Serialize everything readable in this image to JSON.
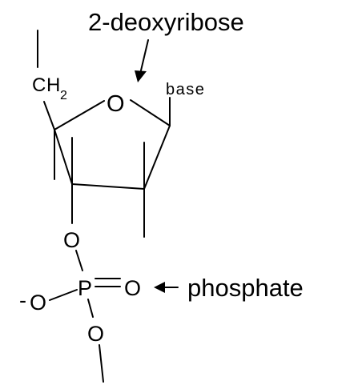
{
  "labels": {
    "sugar_name": "2-deoxyribose",
    "phosphate_name": "phosphate",
    "ch2_c": "C",
    "ch2_h": "H",
    "ch2_sub": "2",
    "ring_oxygen": "O",
    "base": "base",
    "ester_oxygen_top": "O",
    "phosphorus": "P",
    "double_bond_oxygen": "O",
    "minus_sign": "-",
    "anionic_oxygen": "O",
    "ester_oxygen_bottom": "O"
  },
  "colors": {
    "ink": "#000000",
    "background": "#ffffff"
  }
}
